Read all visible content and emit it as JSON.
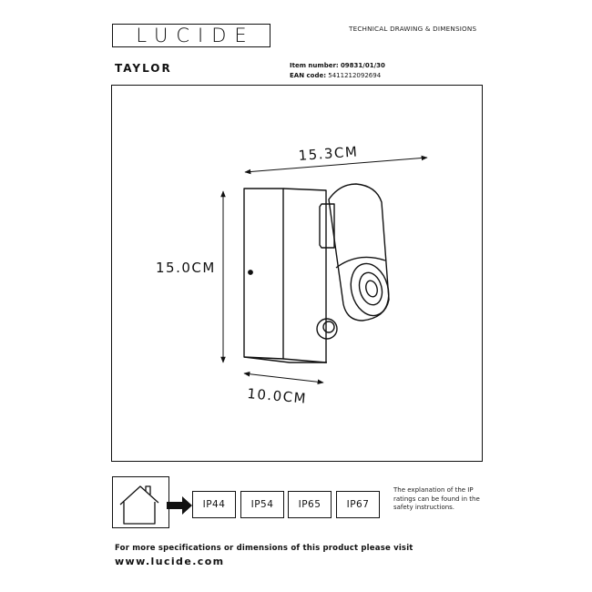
{
  "header": {
    "brand": "LUCIDE",
    "doc_type": "TECHNICAL DRAWING & DIMENSIONS"
  },
  "product": {
    "name": "TAYLOR",
    "item_label": "Item number:",
    "item_value": "09831/01/30",
    "ean_label": "EAN code:",
    "ean_value": "5411212092694"
  },
  "drawing": {
    "dim_width": "15.3CM",
    "dim_height": "15.0CM",
    "dim_depth": "10.0CM"
  },
  "ip_ratings": {
    "badges": [
      "IP44",
      "IP54",
      "IP65",
      "IP67"
    ],
    "note": "The explanation of the IP ratings can be found in the safety instructions."
  },
  "footer": {
    "text": "For more specifications or dimensions of this product please visit",
    "url": "www.lucide.com"
  }
}
